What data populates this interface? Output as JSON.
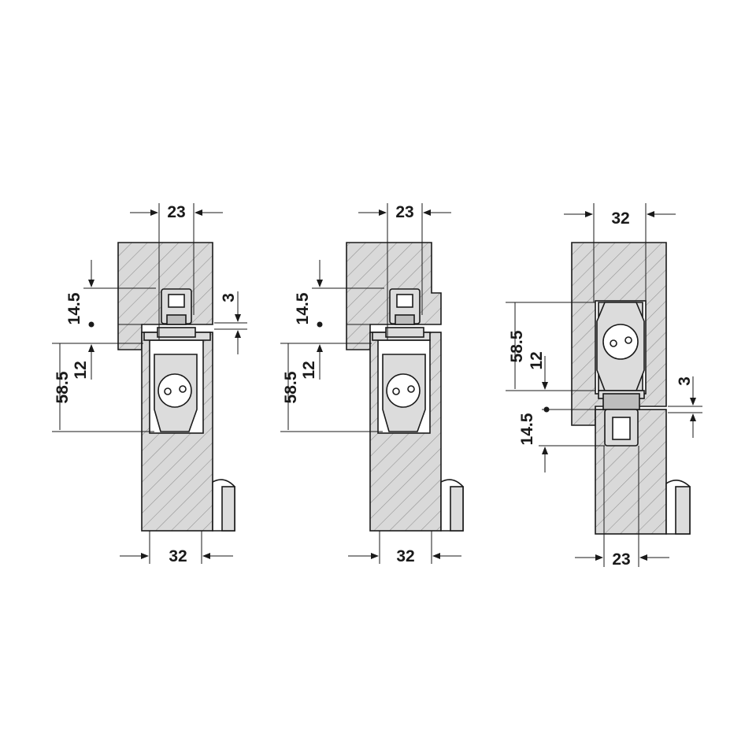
{
  "colors": {
    "background": "#ffffff",
    "wood": "#d9d9d9",
    "hatch": "#9a9a9a",
    "line": "#1a1a1a",
    "steel": "#dcdcdc"
  },
  "diagrams": [
    {
      "top_width": "23",
      "bottom_width": "32",
      "left_a": "14.5",
      "left_b": "58.5",
      "left_c": "12",
      "gap": "3"
    },
    {
      "top_width": "23",
      "bottom_width": "32",
      "left_a": "14.5",
      "left_b": "58.5",
      "left_c": "12"
    },
    {
      "top_width": "32",
      "bottom_width": "23",
      "left_a": "58.5",
      "left_b": "12",
      "left_c": "14.5",
      "gap": "3"
    }
  ]
}
